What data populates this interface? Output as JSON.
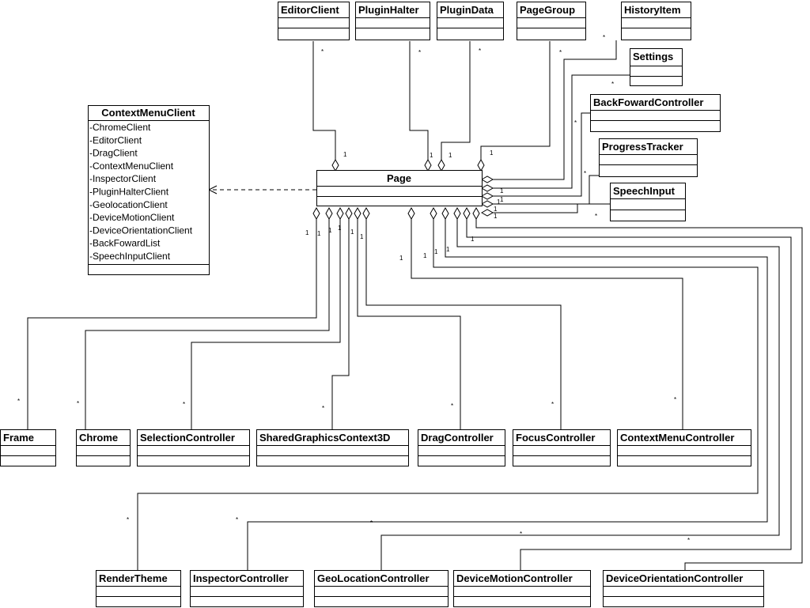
{
  "classes": {
    "page": "Page",
    "editor_client": "EditorClient",
    "plugin_halter": "PluginHalter",
    "plugin_data": "PluginData",
    "page_group": "PageGroup",
    "history_item": "HistoryItem",
    "settings": "Settings",
    "back_foward_controller": "BackFowardController",
    "progress_tracker": "ProgressTracker",
    "speech_input": "SpeechInput",
    "context_menu_client": "ContextMenuClient",
    "frame": "Frame",
    "chrome": "Chrome",
    "selection_controller": "SelectionController",
    "shared_graphics_context_3d": "SharedGraphicsContext3D",
    "drag_controller": "DragController",
    "focus_controller": "FocusController",
    "context_menu_controller": "ContextMenuController",
    "render_theme": "RenderTheme",
    "inspector_controller": "InspectorController",
    "geo_location_controller": "GeoLocationController",
    "device_motion_controller": "DeviceMotionController",
    "device_orientation_controller": "DeviceOrientationController"
  },
  "context_menu_client_attributes": [
    "-ChromeClient",
    "-EditorClient",
    "-DragClient",
    "-ContextMenuClient",
    "-InspectorClient",
    "-PluginHalterClient",
    "-GeolocationClient",
    "-DeviceMotionClient",
    "-DeviceOrientationClient",
    "-BackFowardList",
    "-SpeechInputClient"
  ],
  "multiplicity": {
    "one": "1",
    "many": "*"
  }
}
